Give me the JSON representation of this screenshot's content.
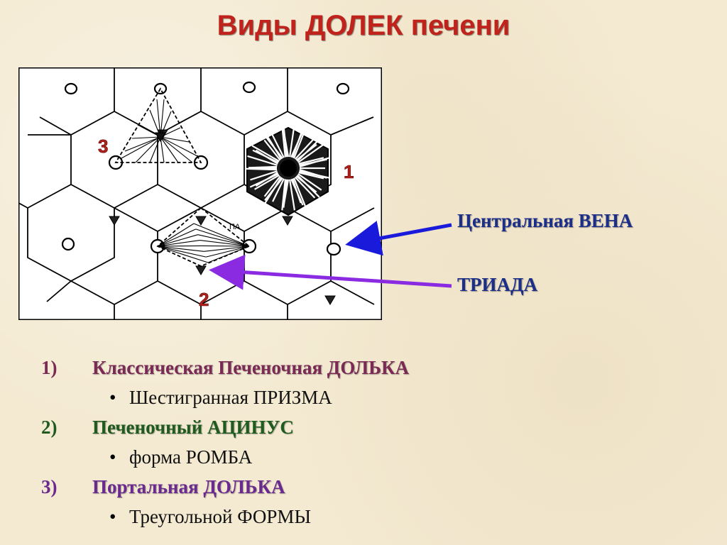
{
  "title": "Виды ДОЛЕК печени",
  "diagram": {
    "labels": [
      "3",
      "1",
      "2"
    ],
    "small_label": "ПА"
  },
  "annotations": {
    "central_vein": "Центральная ВЕНА",
    "triad": "ТРИАДА"
  },
  "colors": {
    "title": "#c0221c",
    "annotation": "#1b2f8a",
    "arrow_vein": "#1a1adb",
    "arrow_triad": "#8a2be2"
  },
  "list": [
    {
      "num": "1)",
      "label": "Классическая Печеночная ДОЛЬКА",
      "sub": "Шестигранная ПРИЗМА",
      "color": "#7a2a55"
    },
    {
      "num": "2)",
      "label": "Печеночный АЦИНУС",
      "sub": "форма РОМБА",
      "color": "#1f5a1f"
    },
    {
      "num": "3)",
      "label": "Портальная ДОЛЬКА",
      "sub": "Треугольной ФОРМЫ",
      "color": "#6a2a8f"
    }
  ],
  "bullet": "•"
}
